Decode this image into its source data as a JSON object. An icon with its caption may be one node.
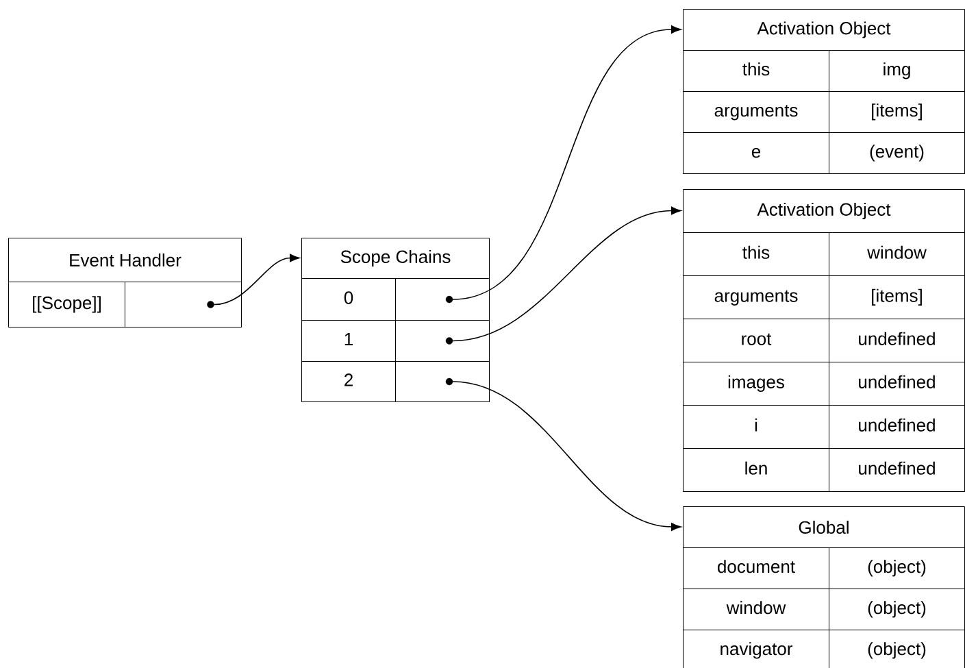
{
  "diagram": {
    "nodes": [
      {
        "text": [
          "Event Handler"
        ]
      },
      {
        "text": [
          "[[Scope]]"
        ],
        "in": 0
      },
      {
        "text": [],
        "shape": "box",
        "in": 0
      },
      {
        "text": [],
        "shape": "circle",
        "in": 2
      },
      {
        "text": [
          "Scope Chains"
        ]
      },
      {
        "text": [
          "0"
        ],
        "in": 4
      },
      {
        "text": [],
        "shape": "box",
        "in": 4
      },
      {
        "text": [],
        "shape": "circle",
        "in": 6
      },
      {
        "text": [
          "1"
        ],
        "in": 4
      },
      {
        "text": [],
        "shape": "box",
        "in": 4
      },
      {
        "text": [],
        "shape": "circle",
        "in": 9
      },
      {
        "text": [
          "2"
        ],
        "in": 4
      },
      {
        "text": [],
        "shape": "box",
        "in": 4
      },
      {
        "text": [],
        "shape": "circle",
        "in": 12
      },
      {
        "text": [
          "Activation Object"
        ]
      },
      {
        "text": [
          "this"
        ],
        "in": 14
      },
      {
        "text": [
          "img"
        ],
        "in": 14
      },
      {
        "text": [
          "arguments"
        ],
        "in": 14
      },
      {
        "text": [
          "[items]"
        ],
        "in": 14
      },
      {
        "text": [
          "e"
        ],
        "in": 14
      },
      {
        "text": [
          "(event)"
        ],
        "in": 14
      },
      {
        "text": [
          "Activation Object"
        ]
      },
      {
        "text": [
          "this"
        ],
        "in": 21
      },
      {
        "text": [
          "window"
        ],
        "in": 21
      },
      {
        "text": [
          "arguments"
        ],
        "in": 21
      },
      {
        "text": [
          "[items]"
        ],
        "in": 21
      },
      {
        "text": [
          "root"
        ],
        "in": 21
      },
      {
        "text": [
          "undefined"
        ],
        "in": 21
      },
      {
        "text": [
          "images"
        ],
        "in": 21
      },
      {
        "text": [
          "undefined"
        ],
        "in": 21
      },
      {
        "text": [
          "i"
        ],
        "in": 21
      },
      {
        "text": [
          "undefined"
        ],
        "in": 21
      },
      {
        "text": [
          "len"
        ],
        "in": 21
      },
      {
        "text": [
          "undefined"
        ],
        "in": 21
      },
      {
        "text": [
          "Global"
        ]
      },
      {
        "text": [
          "document"
        ],
        "in": 34
      },
      {
        "text": [
          "(object)"
        ],
        "in": 34
      },
      {
        "text": [
          "window"
        ],
        "in": 34
      },
      {
        "text": [
          "(object)"
        ],
        "in": 34
      },
      {
        "text": [
          "navigator"
        ],
        "in": 34
      },
      {
        "text": [
          "(object)"
        ],
        "in": 34
      }
    ],
    "edges": [
      {
        "from": 3,
        "to": 4,
        "arrow": "to"
      },
      {
        "from": 7,
        "to": 14,
        "arrow": "to"
      },
      {
        "from": 10,
        "to": 21,
        "arrow": "to"
      },
      {
        "from": 13,
        "to": 34,
        "arrow": "to"
      }
    ]
  }
}
